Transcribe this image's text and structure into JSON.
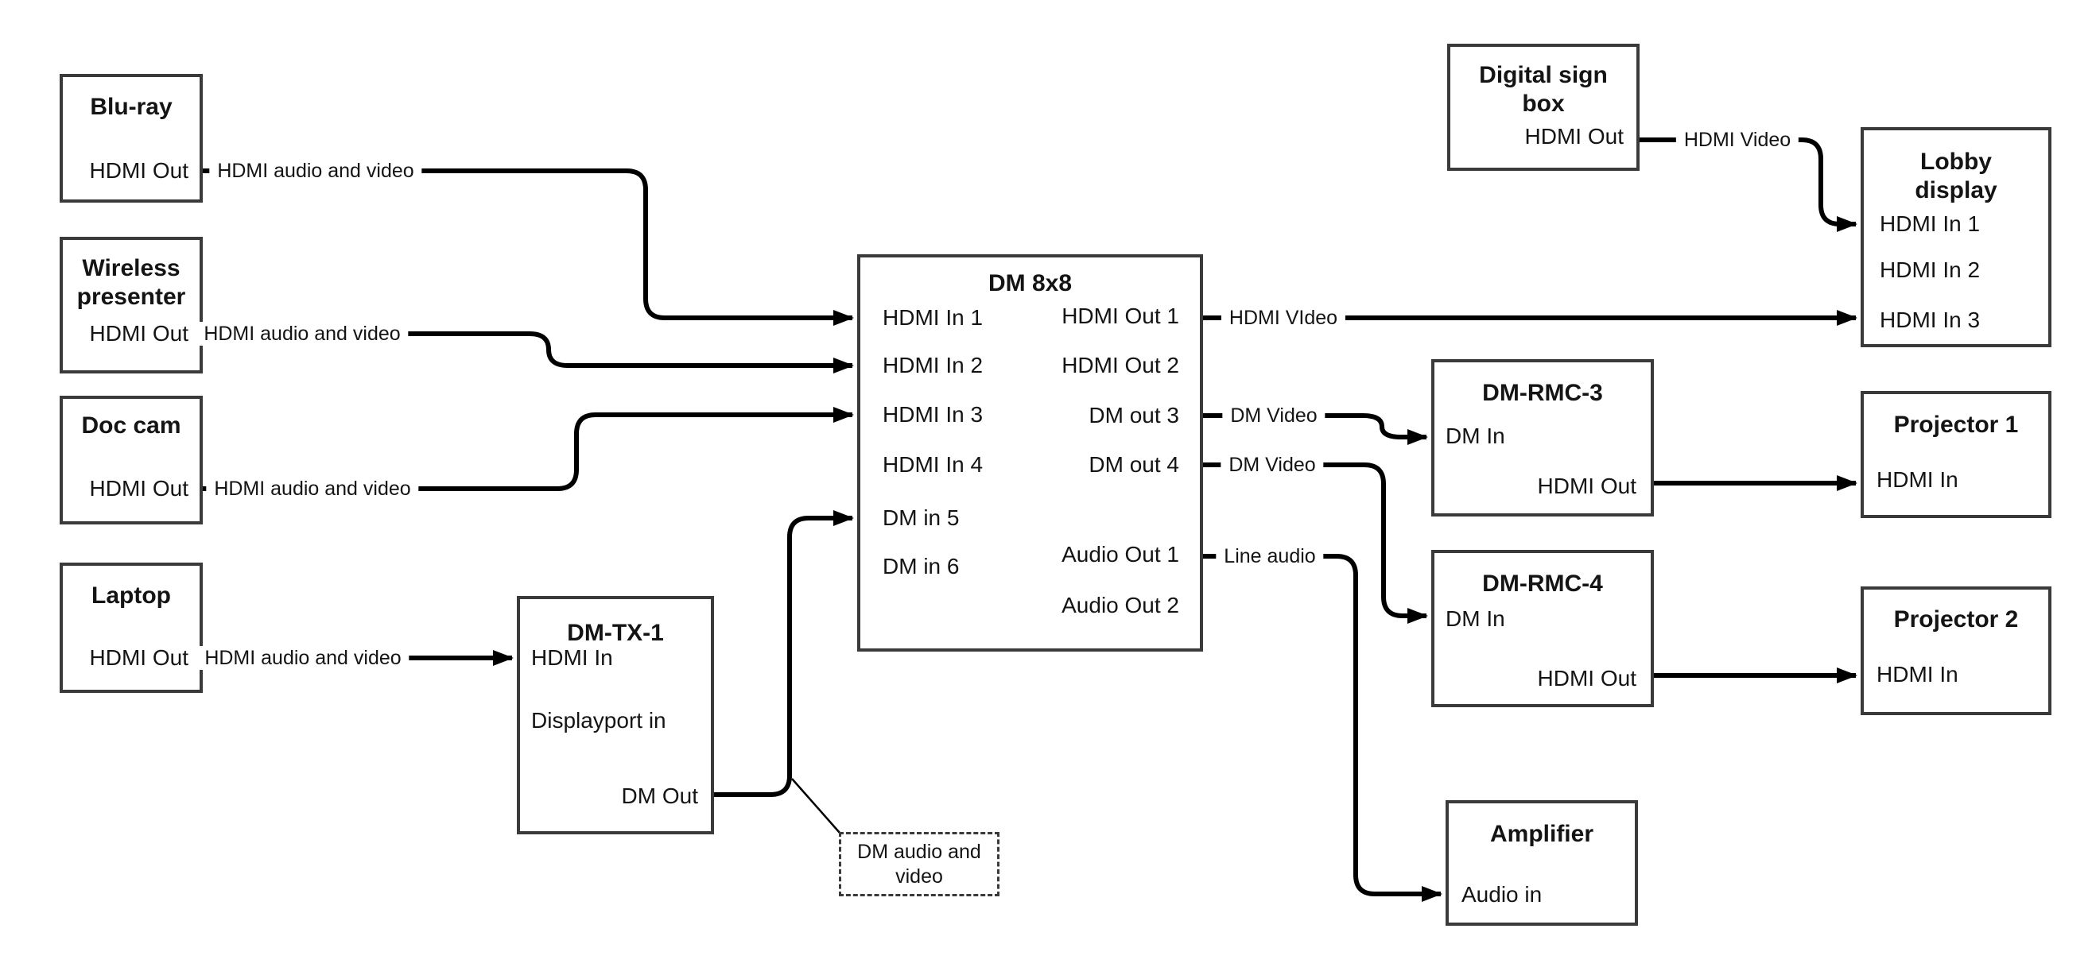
{
  "nodes": {
    "bluray": {
      "title": "Blu-ray",
      "port_hdmi_out": "HDMI Out"
    },
    "wireless_presenter": {
      "title_lines": [
        "Wireless",
        "presenter"
      ],
      "port_hdmi_out": "HDMI Out"
    },
    "doc_cam": {
      "title": "Doc cam",
      "port_hdmi_out": "HDMI Out"
    },
    "laptop": {
      "title": "Laptop",
      "port_hdmi_out": "HDMI Out"
    },
    "dm_tx_1": {
      "title": "DM-TX-1",
      "port_hdmi_in": "HDMI In",
      "port_displayport_in": "Displayport in",
      "port_dm_out": "DM Out"
    },
    "dm_8x8": {
      "title": "DM 8x8",
      "port_hdmi_in_1": "HDMI In 1",
      "port_hdmi_in_2": "HDMI In 2",
      "port_hdmi_in_3": "HDMI In 3",
      "port_hdmi_in_4": "HDMI In 4",
      "port_dm_in_5": "DM in 5",
      "port_dm_in_6": "DM in 6",
      "port_hdmi_out_1": "HDMI Out 1",
      "port_hdmi_out_2": "HDMI Out 2",
      "port_dm_out_3": "DM out 3",
      "port_dm_out_4": "DM out 4",
      "port_audio_out_1": "Audio Out 1",
      "port_audio_out_2": "Audio Out 2"
    },
    "digital_sign_box": {
      "title_lines": [
        "Digital sign",
        "box"
      ],
      "port_hdmi_out": "HDMI Out"
    },
    "lobby_display": {
      "title_lines": [
        "Lobby",
        "display"
      ],
      "port_hdmi_in_1": "HDMI In 1",
      "port_hdmi_in_2": "HDMI In 2",
      "port_hdmi_in_3": "HDMI In 3"
    },
    "dm_rmc_3": {
      "title": "DM-RMC-3",
      "port_dm_in": "DM In",
      "port_hdmi_out": "HDMI Out"
    },
    "projector_1": {
      "title": "Projector 1",
      "port_hdmi_in": "HDMI In"
    },
    "dm_rmc_4": {
      "title": "DM-RMC-4",
      "port_dm_in": "DM In",
      "port_hdmi_out": "HDMI Out"
    },
    "projector_2": {
      "title": "Projector 2",
      "port_hdmi_in": "HDMI In"
    },
    "amplifier": {
      "title": "Amplifier",
      "port_audio_in": "Audio in"
    }
  },
  "edges": [
    {
      "from": "Blu-ray",
      "from_port": "HDMI Out",
      "to": "DM 8x8",
      "to_port": "HDMI In 1",
      "label": "HDMI audio and video"
    },
    {
      "from": "Wireless presenter",
      "from_port": "HDMI Out",
      "to": "DM 8x8",
      "to_port": "HDMI In 2",
      "label": "HDMI audio and video"
    },
    {
      "from": "Doc cam",
      "from_port": "HDMI Out",
      "to": "DM 8x8",
      "to_port": "HDMI In 3",
      "label": "HDMI audio and video"
    },
    {
      "from": "Laptop",
      "from_port": "HDMI Out",
      "to": "DM-TX-1",
      "to_port": "HDMI In",
      "label": "HDMI audio and video"
    },
    {
      "from": "DM-TX-1",
      "from_port": "DM Out",
      "to": "DM 8x8",
      "to_port": "DM in 5",
      "label": ""
    },
    {
      "from": "DM 8x8",
      "from_port": "HDMI Out 1",
      "to": "Lobby display",
      "to_port": "HDMI In 3",
      "label": "HDMI VIdeo"
    },
    {
      "from": "Digital sign box",
      "from_port": "HDMI Out",
      "to": "Lobby display",
      "to_port": "HDMI In 1",
      "label": "HDMI Video"
    },
    {
      "from": "DM 8x8",
      "from_port": "DM out 3",
      "to": "DM-RMC-3",
      "to_port": "DM In",
      "label": "DM Video"
    },
    {
      "from": "DM 8x8",
      "from_port": "DM out 4",
      "to": "DM-RMC-4",
      "to_port": "DM In",
      "label": "DM Video"
    },
    {
      "from": "DM 8x8",
      "from_port": "Audio Out 1",
      "to": "Amplifier",
      "to_port": "Audio in",
      "label": "Line audio"
    },
    {
      "from": "DM-RMC-3",
      "from_port": "HDMI Out",
      "to": "Projector 1",
      "to_port": "HDMI In",
      "label": ""
    },
    {
      "from": "DM-RMC-4",
      "from_port": "HDMI Out",
      "to": "Projector 2",
      "to_port": "HDMI In",
      "label": ""
    }
  ],
  "annotation": {
    "lines": [
      "DM audio and",
      "video"
    ],
    "attached_to_edge": "DM-TX-1 DM Out to DM 8x8 DM in 5"
  },
  "colors": {
    "background": "#ffffff",
    "box_border": "#3a3a3a",
    "line": "#000000",
    "text": "#141414"
  }
}
